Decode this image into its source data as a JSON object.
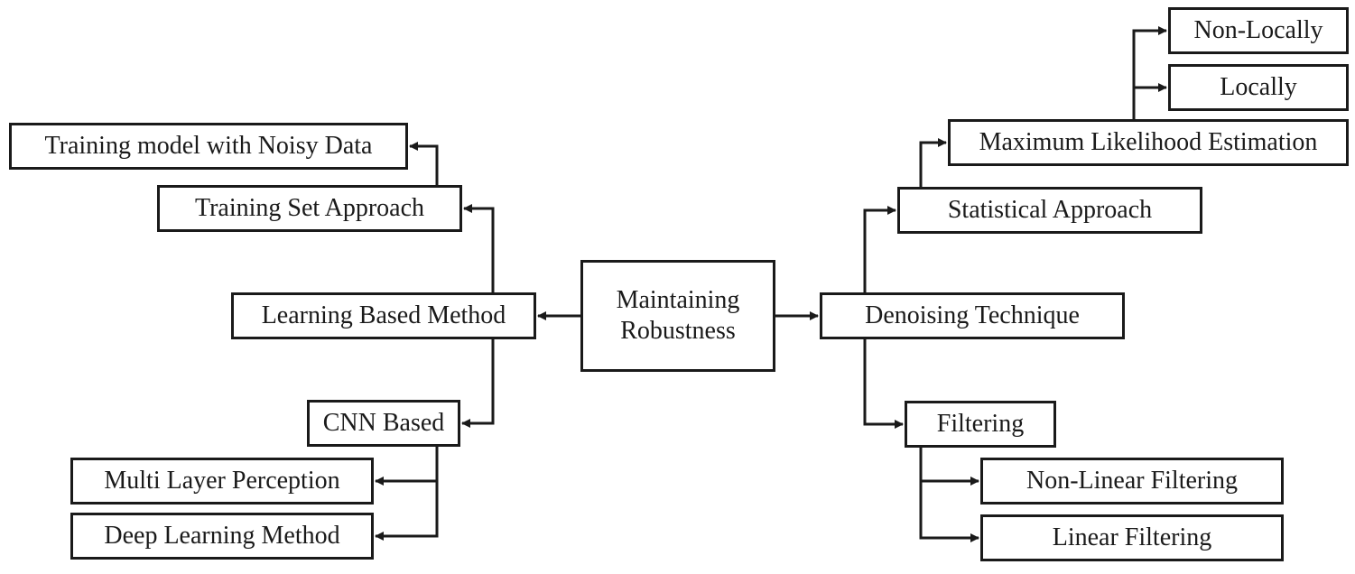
{
  "diagram": {
    "nodes": {
      "root": "Maintaining\nRobustness",
      "learning": "Learning Based Method",
      "training_set": "Training Set Approach",
      "noisy_data": "Training model with Noisy Data",
      "cnn": "CNN Based",
      "mlp": "Multi Layer Perception",
      "deep": "Deep Learning Method",
      "denoising": "Denoising Technique",
      "statistical": "Statistical Approach",
      "mle": "Maximum Likelihood Estimation",
      "non_locally": "Non-Locally",
      "locally": "Locally",
      "filtering": "Filtering",
      "nonlinear": "Non-Linear Filtering",
      "linear": "Linear Filtering"
    },
    "edges": [
      {
        "from": "root",
        "to": "learning"
      },
      {
        "from": "root",
        "to": "denoising"
      },
      {
        "from": "learning",
        "to": "training_set"
      },
      {
        "from": "learning",
        "to": "cnn"
      },
      {
        "from": "training_set",
        "to": "noisy_data"
      },
      {
        "from": "cnn",
        "to": "mlp"
      },
      {
        "from": "cnn",
        "to": "deep"
      },
      {
        "from": "denoising",
        "to": "statistical"
      },
      {
        "from": "denoising",
        "to": "filtering"
      },
      {
        "from": "statistical",
        "to": "mle"
      },
      {
        "from": "mle",
        "to": "non_locally"
      },
      {
        "from": "mle",
        "to": "locally"
      },
      {
        "from": "filtering",
        "to": "nonlinear"
      },
      {
        "from": "filtering",
        "to": "linear"
      }
    ]
  }
}
